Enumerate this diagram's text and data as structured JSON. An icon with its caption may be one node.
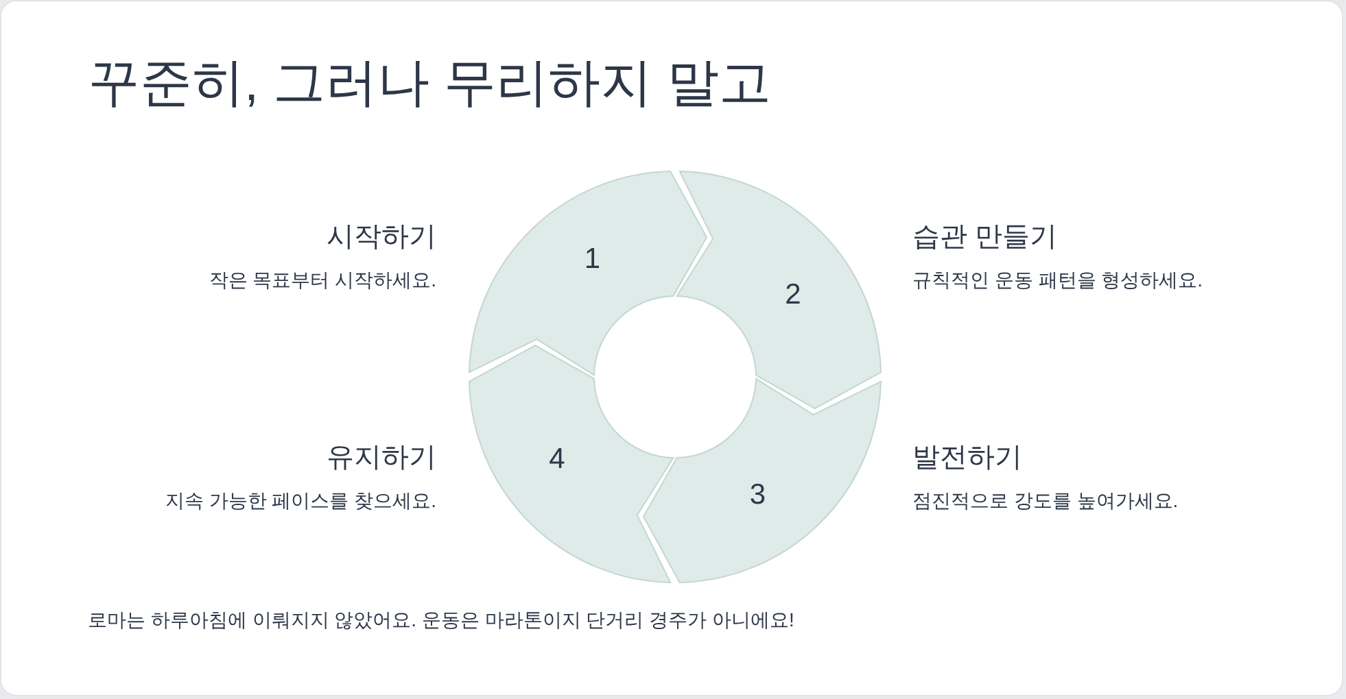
{
  "diagram": {
    "title": "꾸준히, 그러나 무리하지 말고",
    "nodes": [
      {
        "text": [
          "1"
        ],
        "beside": [
          "시작하기",
          "작은 목표부터 시작하세요."
        ]
      },
      {
        "text": [
          "2"
        ],
        "beside": [
          "습관 만들기",
          "규칙적인 운동 패턴을 형성하세요."
        ]
      },
      {
        "text": [
          "3"
        ],
        "beside": [
          "발전하기",
          "점진적으로 강도를 높여가세요."
        ]
      },
      {
        "text": [
          "4"
        ],
        "beside": [
          "유지하기",
          "지속 가능한 페이스를 찾으세요."
        ]
      }
    ],
    "caption": "로마는 하루아침에 이뤄지지 않았어요. 운동은 마라톤이지 단거리 경주가 아니에요!"
  }
}
